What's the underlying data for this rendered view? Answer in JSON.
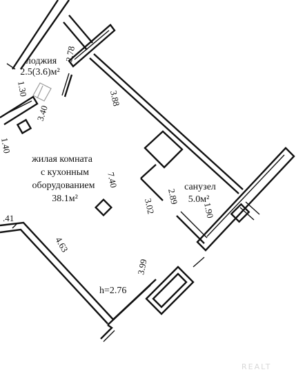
{
  "plan": {
    "rooms": {
      "loggia": {
        "name": "лоджия",
        "area": "2.5(3.6)м²"
      },
      "living": {
        "line1": "жилая комната",
        "line2": "с кухонным",
        "line3": "оборудованием",
        "area": "38.1м²"
      },
      "bathroom": {
        "name": "санузел",
        "area": "5.0м²"
      }
    },
    "dimensions": {
      "d278": "2.78",
      "d130": "1.30",
      "d340": "3.40",
      "d140": "1.40",
      "d388": "3.88",
      "d740": "7.40",
      "d302": "3.02",
      "d289": "2.89",
      "d190": "1.90",
      "d41": ".41",
      "d463": "4.63",
      "d399": "3.99"
    },
    "ceiling_height": "h=2.76",
    "watermark": "REALT"
  }
}
